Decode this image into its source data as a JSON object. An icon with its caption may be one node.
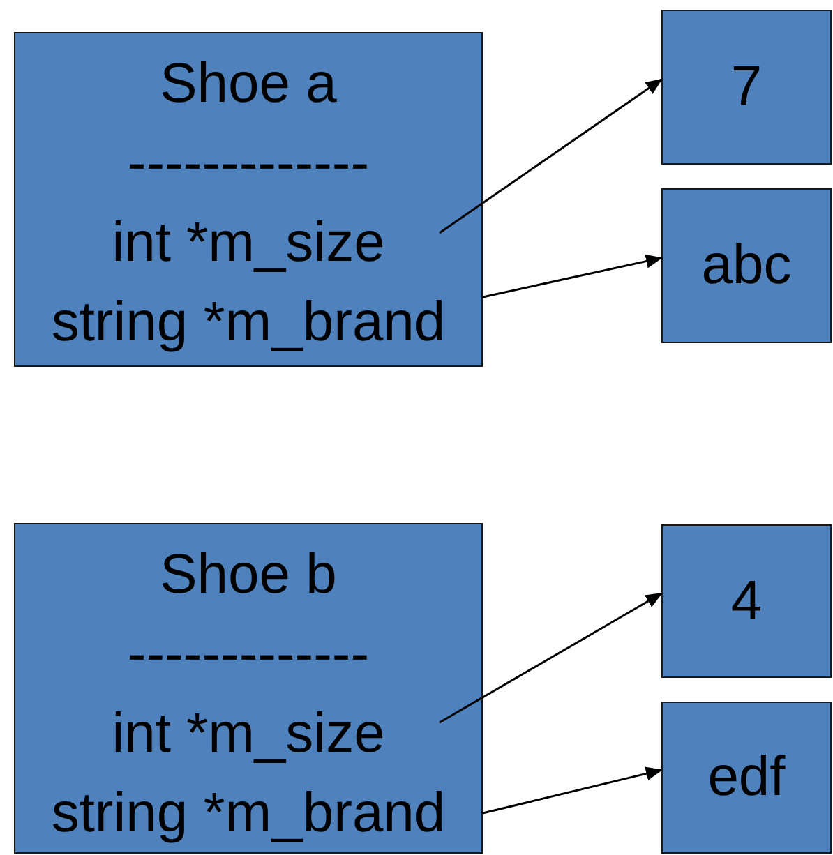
{
  "diagram": {
    "nodes": [
      {
        "text": [
          "Shoe a",
          "-------------",
          "int *m_size",
          "string *m_brand"
        ]
      },
      {
        "text": [
          "7"
        ]
      },
      {
        "text": [
          "abc"
        ]
      },
      {
        "text": [
          "Shoe b",
          "-------------",
          "int *m_size",
          "string *m_brand"
        ]
      },
      {
        "text": [
          "4"
        ]
      },
      {
        "text": [
          "edf"
        ]
      }
    ],
    "edges": [
      {
        "from": 0,
        "to": 1,
        "arrow": "to"
      },
      {
        "from": 0,
        "to": 2,
        "arrow": "to"
      },
      {
        "from": 3,
        "to": 4,
        "arrow": "to"
      },
      {
        "from": 3,
        "to": 5,
        "arrow": "to"
      }
    ]
  }
}
